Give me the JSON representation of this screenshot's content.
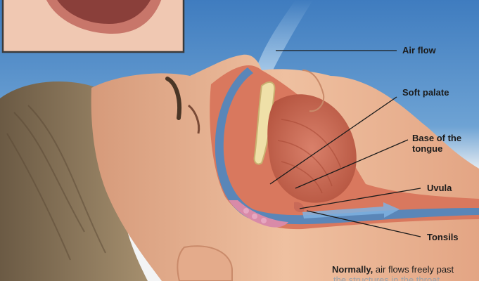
{
  "labels": {
    "air_flow": "Air flow",
    "soft_palate": "Soft palate",
    "tongue_base": "Base of the\ntongue",
    "uvula": "Uvula",
    "tonsils": "Tonsils"
  },
  "caption": {
    "lead": "Normally,",
    "text": " air flows freely past",
    "faded": "the structures in the throat"
  },
  "colors": {
    "sky": "#4d86c2",
    "skin": "#e7a887",
    "tissue": "#d6735a",
    "airway": "#5a86b8",
    "inset_border": "#3a3a3a"
  }
}
